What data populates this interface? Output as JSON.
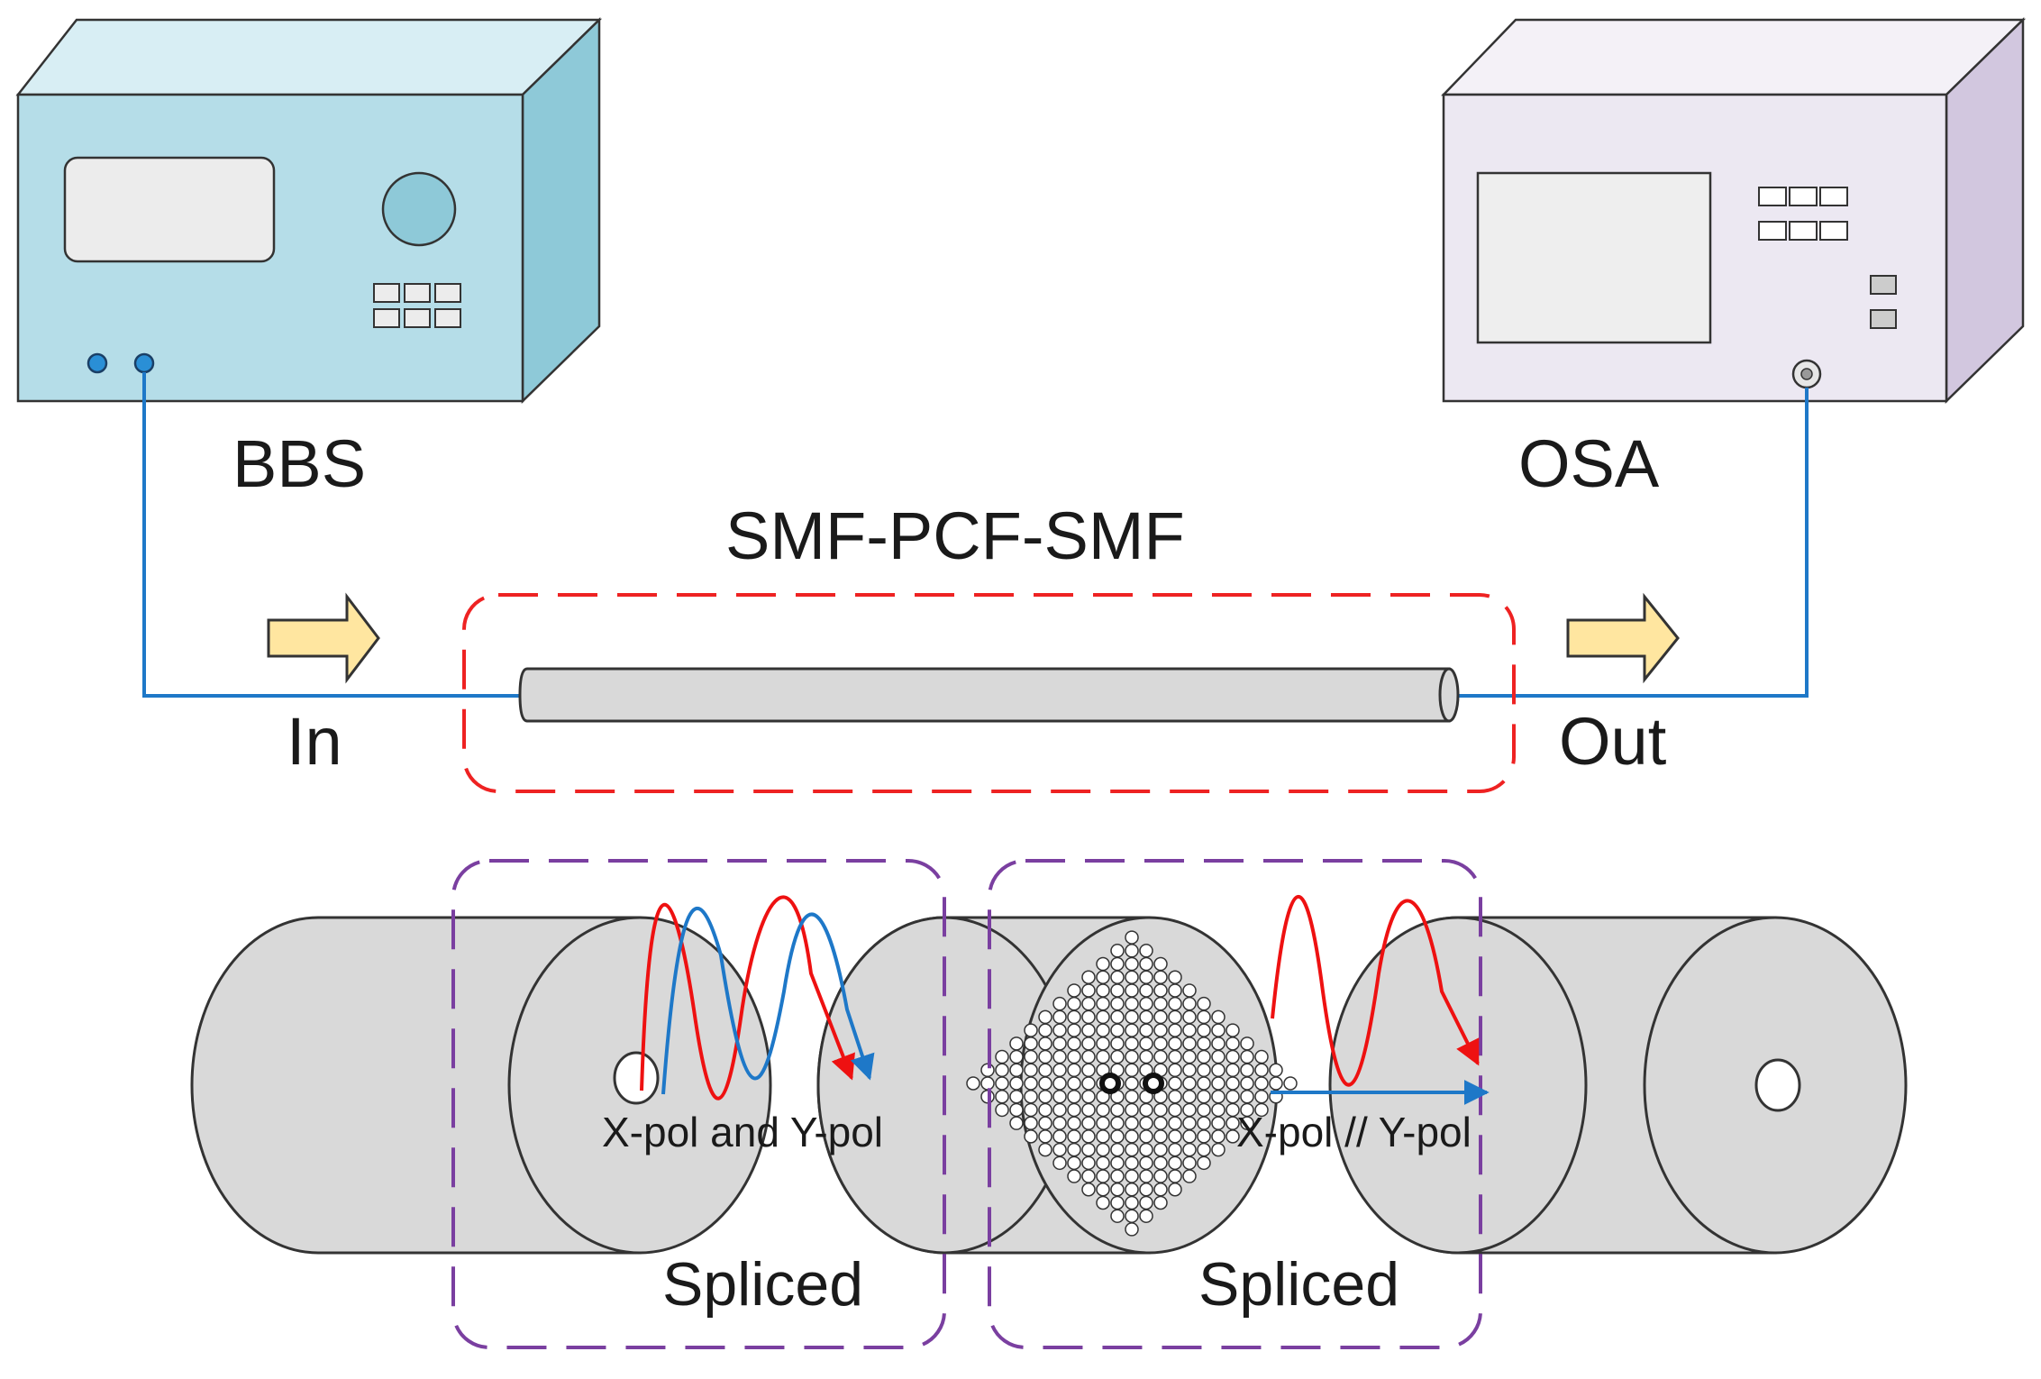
{
  "labels": {
    "source": "BBS",
    "analyzer": "OSA",
    "sensor": "SMF-PCF-SMF",
    "input": "In",
    "output": "Out",
    "splice_left": "Spliced",
    "splice_right": "Spliced",
    "pol_both": "X-pol and Y-pol",
    "pol_parallel": "X-pol // Y-pol"
  },
  "colors": {
    "bbs_front": "#b5dde8",
    "bbs_top": "#d8eef4",
    "bbs_side": "#8ec9d8",
    "osa_front": "#ece8f2",
    "osa_top": "#f4f1f7",
    "osa_side": "#d2c7df",
    "fiber_line": "#1e78c8",
    "arrow_fill": "#ffe6a0",
    "sensor_box": "#ee2222",
    "splice_box": "#7a3fa0",
    "x_pol_wave": "#ee1111",
    "y_pol_wave": "#1e78c8",
    "fiber_body": "#d9d9d9"
  },
  "icons": {
    "arrow_in": "right-arrow-icon",
    "arrow_out": "right-arrow-icon"
  }
}
